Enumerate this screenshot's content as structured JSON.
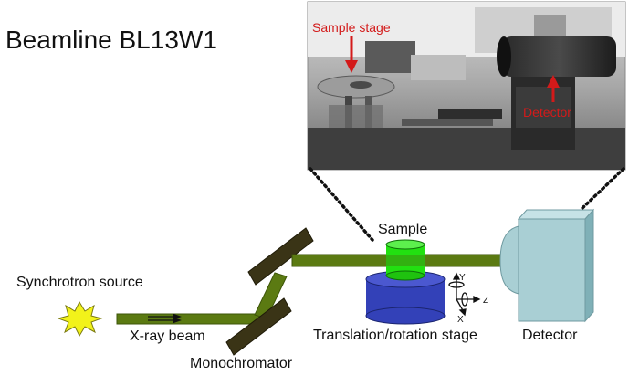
{
  "diagram": {
    "title": "Beamline BL13W1",
    "photo": {
      "labels": {
        "sample_stage": "Sample stage",
        "detector": "Detector"
      }
    },
    "labels": {
      "source": "Synchrotron source",
      "beam": "X-ray beam",
      "monochromator": "Monochromator",
      "sample": "Sample",
      "stage": "Translation/rotation stage",
      "detector": "Detector"
    },
    "axes": {
      "y": "Y",
      "z": "Z",
      "x": "X"
    },
    "colors": {
      "beam": "#5b7a12",
      "beam_edge": "#3e5609",
      "sample": "#22e011",
      "stage": "#3341b8",
      "detector": "#a9cfd4",
      "mirror": "#3a3416",
      "star": "#f2f21a"
    }
  }
}
